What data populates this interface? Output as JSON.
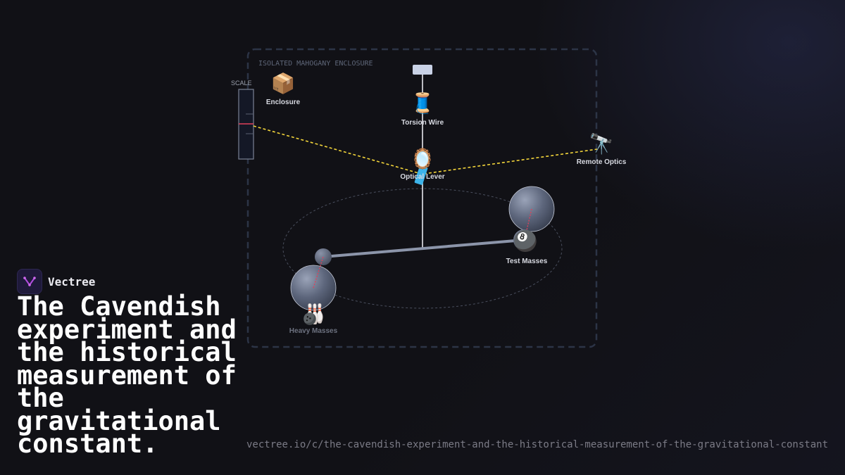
{
  "brand": {
    "name": "Vectree"
  },
  "headline": "The Cavendish experiment and the historical measurement of the gravitational constant.",
  "url": "vectree.io/c/the-cavendish-experiment-and-the-historical-measurement-of-the-gravitational-constant",
  "diagram": {
    "enclosure_caption": "ISOLATED MAHOGANY ENCLOSURE",
    "scale_label": "SCALE",
    "nodes": {
      "enclosure": {
        "label": "Enclosure",
        "icon": "📦"
      },
      "torsion_wire": {
        "label": "Torsion Wire",
        "icon": "🧵"
      },
      "optical_lever": {
        "label": "Optical Lever",
        "icon": "🪞"
      },
      "remote_optics": {
        "label": "Remote Optics",
        "icon": "🔭"
      },
      "test_masses": {
        "label": "Test Masses",
        "icon": "🎱"
      },
      "heavy_masses": {
        "label": "Heavy Masses",
        "icon": "🎳"
      }
    },
    "colors": {
      "light_beam": "#f2d43a",
      "gravity_pull": "#e0405a",
      "enclosure_border": "#2c3446",
      "wire": "#e8e8ee"
    }
  }
}
